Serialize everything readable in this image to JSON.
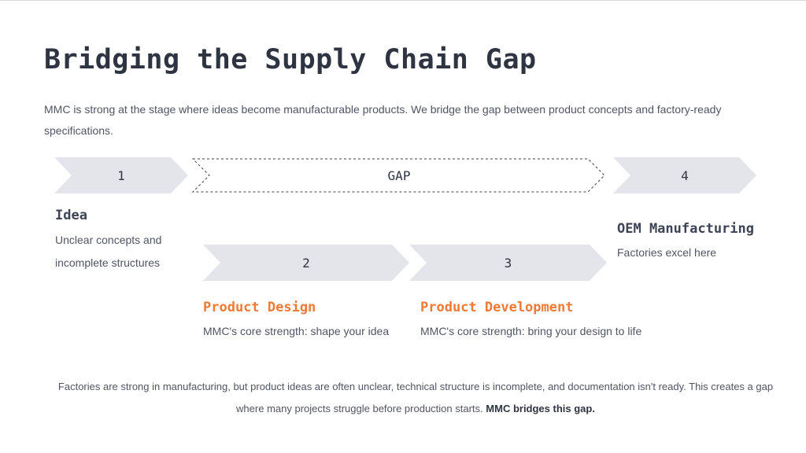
{
  "title": "Bridging the Supply Chain Gap",
  "intro": "MMC is strong at the stage where ideas become manufacturable products. We bridge the gap between product concepts and factory-ready specifications.",
  "flow": {
    "step1": {
      "number": "1",
      "title": "Idea",
      "description": "Unclear concepts and incomplete structures"
    },
    "gap": {
      "label": "GAP"
    },
    "step2": {
      "number": "2",
      "title": "Product Design",
      "description": "MMC's core strength: shape your idea"
    },
    "step3": {
      "number": "3",
      "title": "Product Development",
      "description": "MMC's core strength: bring your design to life"
    },
    "step4": {
      "number": "4",
      "title": "OEM Manufacturing",
      "description": "Factories excel here"
    }
  },
  "footer": {
    "text": "Factories are strong in manufacturing, but product ideas are often unclear, technical structure is incomplete, and documentation isn't ready. This creates a gap where many projects struggle before production starts.",
    "emphasis": "MMC bridges this gap."
  },
  "colors": {
    "arrow_fill": "#e3e5ea",
    "accent": "#ef7a35",
    "text_dark": "#2f3442"
  }
}
